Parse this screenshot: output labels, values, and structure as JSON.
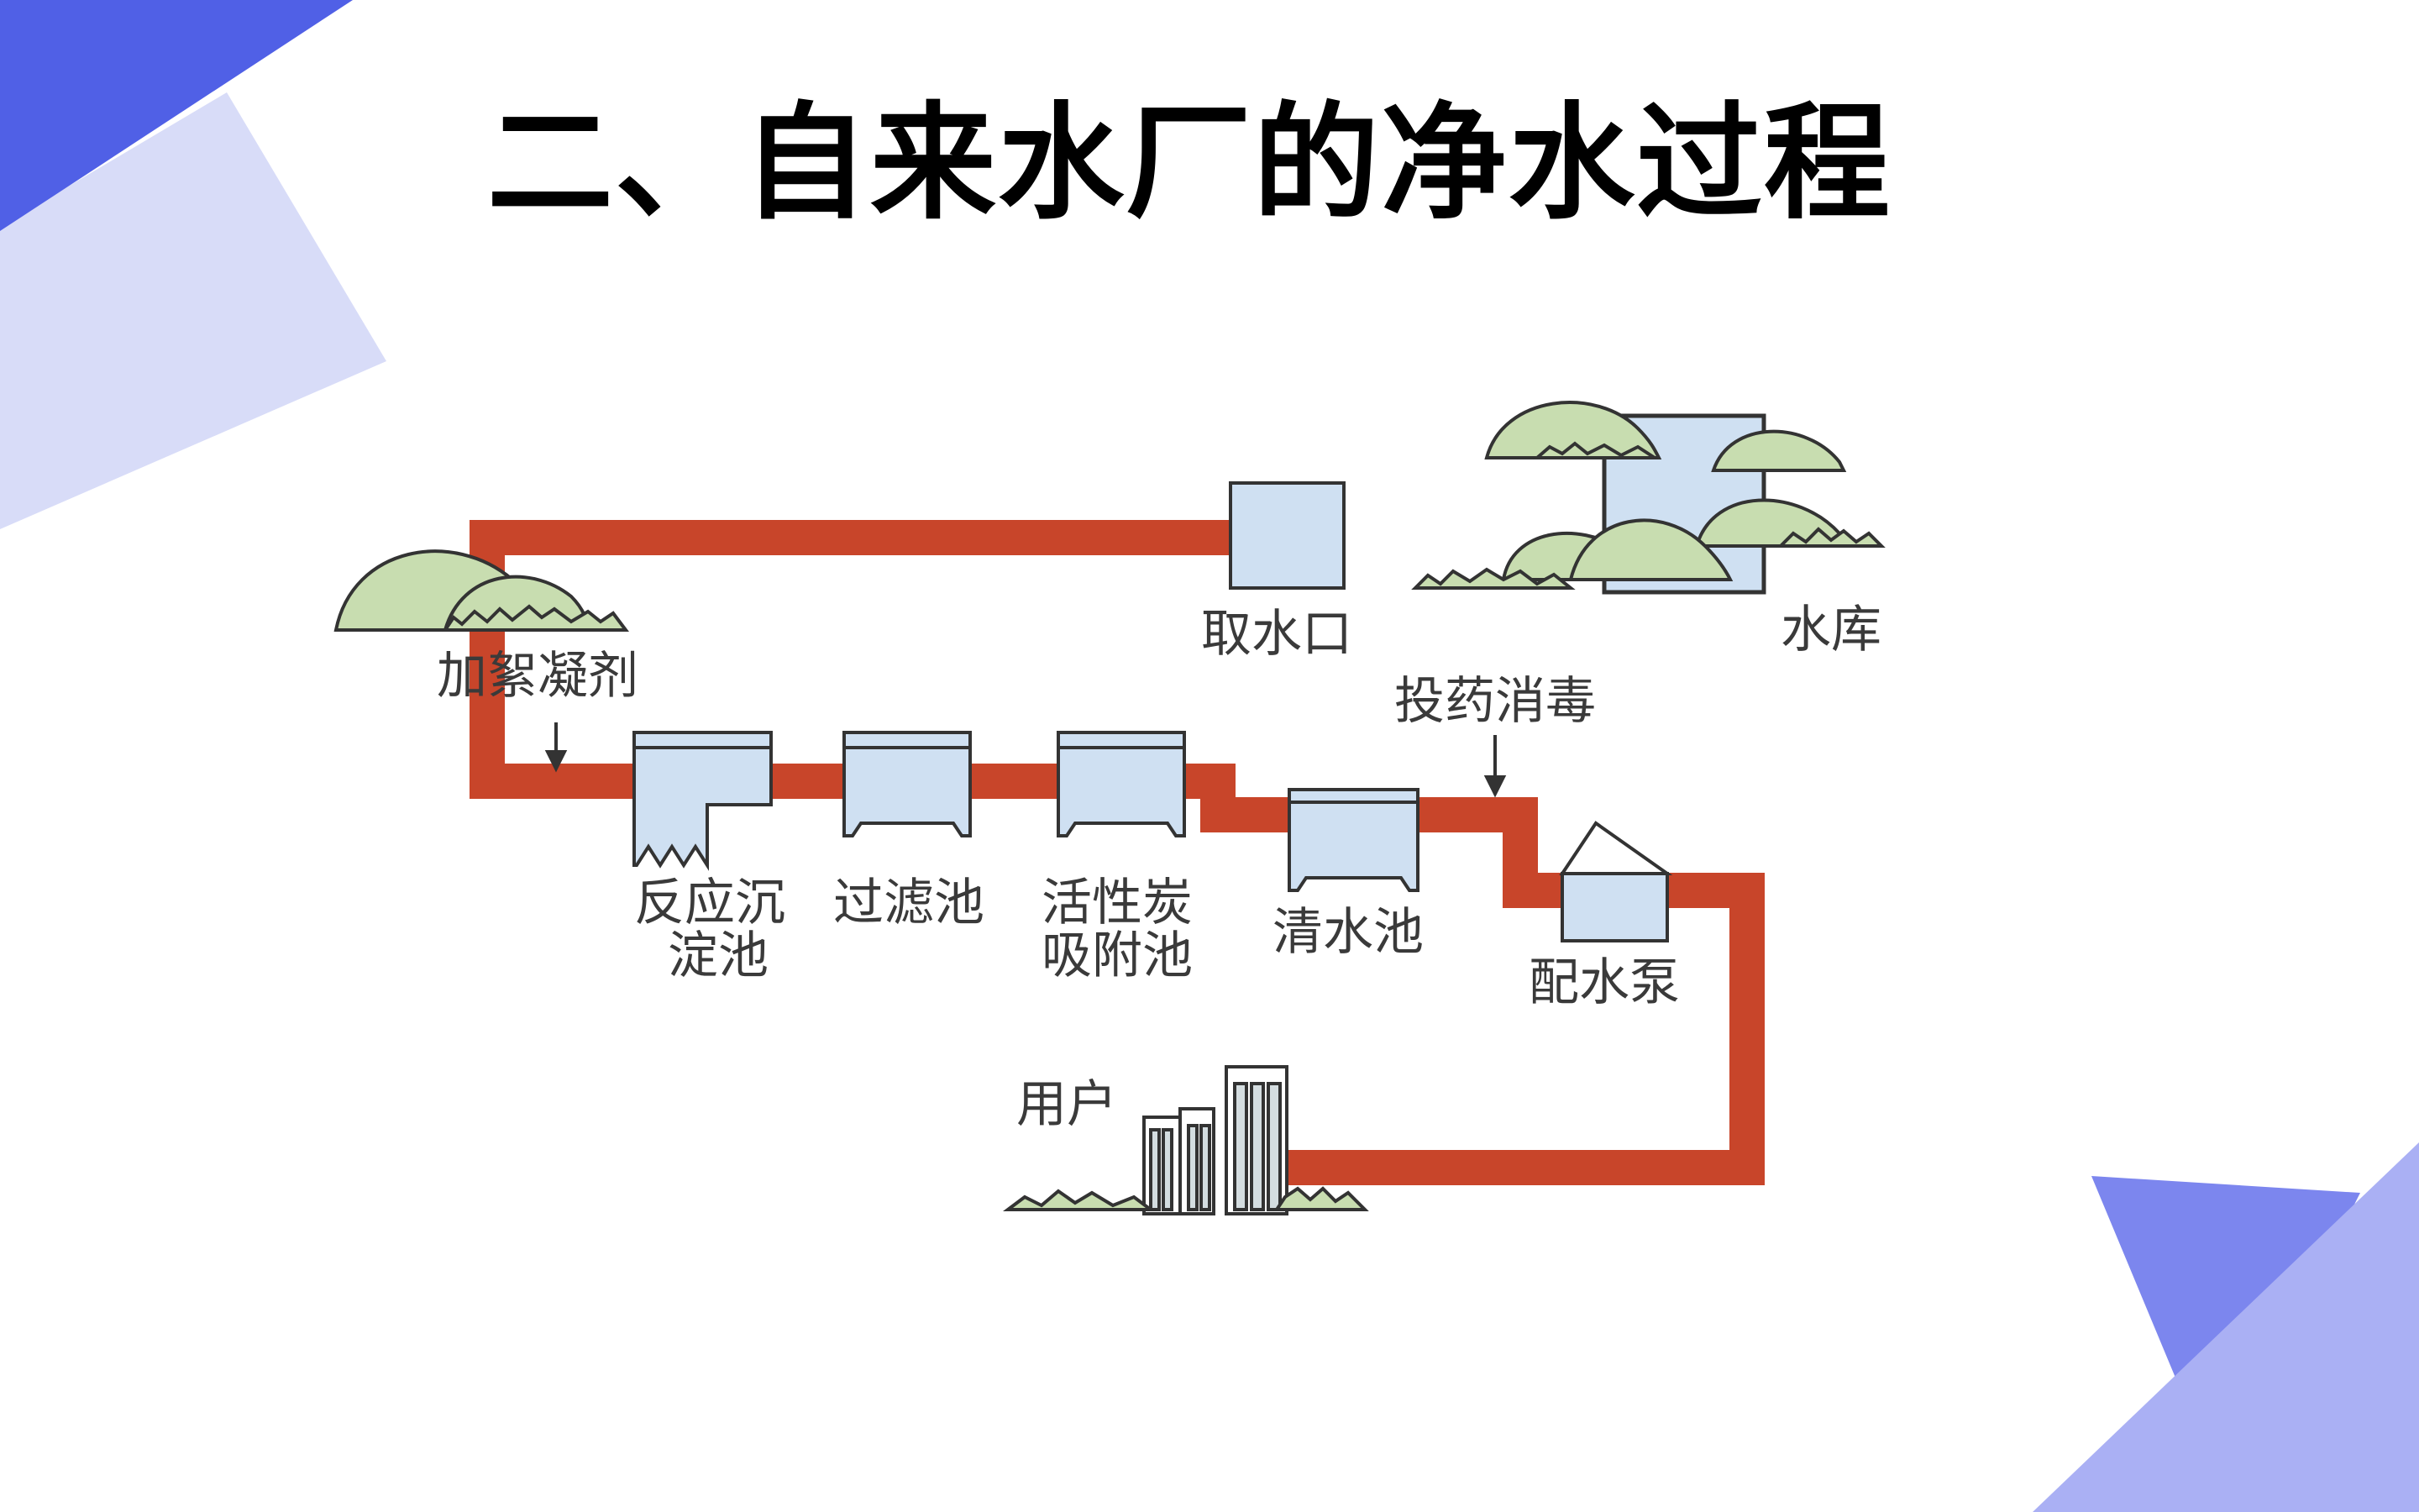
{
  "slide": {
    "title": "二、自来水厂的净水过程"
  },
  "colors": {
    "pipe": "#c8452a",
    "tank_fill": "#cfe0f2",
    "tank_stroke": "#333333",
    "hill_fill": "#c8ddb0",
    "deco_blue": "#5060e6",
    "deco_light": "#d8dcf8",
    "deco_mid": "#8a94f0"
  },
  "diagram": {
    "labels": {
      "intake": "取水口",
      "reservoir": "水库",
      "coagulant": "加絮凝剂",
      "disinfect": "投药消毒",
      "sedimentation_line1": "反应沉",
      "sedimentation_line2": "淀池",
      "filter": "过滤池",
      "carbon_line1": "活性炭",
      "carbon_line2": "吸附池",
      "clear_water": "清水池",
      "pump": "配水泵",
      "users": "用户"
    }
  }
}
